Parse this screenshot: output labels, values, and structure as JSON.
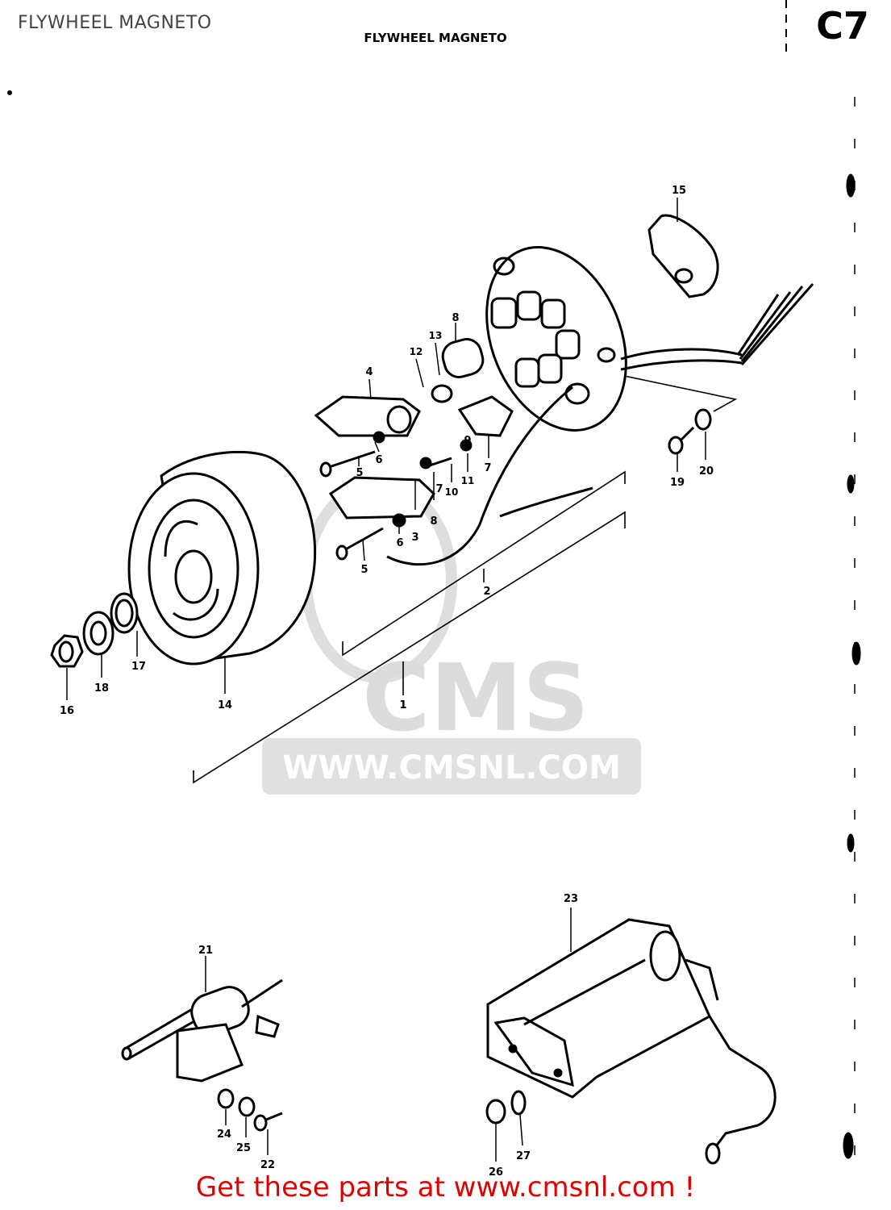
{
  "page_title": "FLYWHEEL MAGNETO",
  "diagram_heading": "FLYWHEEL MAGNETO",
  "section_code": "C7",
  "watermark": {
    "text_logo": "CMS",
    "text_url": "WWW.CMSNL.COM"
  },
  "footer_link": "Get these parts at www.cmsnl.com !",
  "colors": {
    "ink": "#000000",
    "footer": "#e00000",
    "watermark": "#d8d8d8"
  },
  "callouts": [
    {
      "id": "c1",
      "label": "1"
    },
    {
      "id": "c2",
      "label": "2"
    },
    {
      "id": "c3",
      "label": "3"
    },
    {
      "id": "c4",
      "label": "4"
    },
    {
      "id": "c5a",
      "label": "5"
    },
    {
      "id": "c5b",
      "label": "5"
    },
    {
      "id": "c6a",
      "label": "6"
    },
    {
      "id": "c6b",
      "label": "6"
    },
    {
      "id": "c7a",
      "label": "7"
    },
    {
      "id": "c7b",
      "label": "7"
    },
    {
      "id": "c8a",
      "label": "8"
    },
    {
      "id": "c8b",
      "label": "8"
    },
    {
      "id": "c9",
      "label": "9"
    },
    {
      "id": "c10",
      "label": "10"
    },
    {
      "id": "c11",
      "label": "11"
    },
    {
      "id": "c12",
      "label": "12"
    },
    {
      "id": "c13",
      "label": "13"
    },
    {
      "id": "c14",
      "label": "14"
    },
    {
      "id": "c15",
      "label": "15"
    },
    {
      "id": "c16",
      "label": "16"
    },
    {
      "id": "c17",
      "label": "17"
    },
    {
      "id": "c18",
      "label": "18"
    },
    {
      "id": "c19",
      "label": "19"
    },
    {
      "id": "c20",
      "label": "20"
    },
    {
      "id": "c21",
      "label": "21"
    },
    {
      "id": "c22",
      "label": "22"
    },
    {
      "id": "c23",
      "label": "23"
    },
    {
      "id": "c24",
      "label": "24"
    },
    {
      "id": "c25",
      "label": "25"
    },
    {
      "id": "c26",
      "label": "26"
    },
    {
      "id": "c27",
      "label": "27"
    }
  ]
}
